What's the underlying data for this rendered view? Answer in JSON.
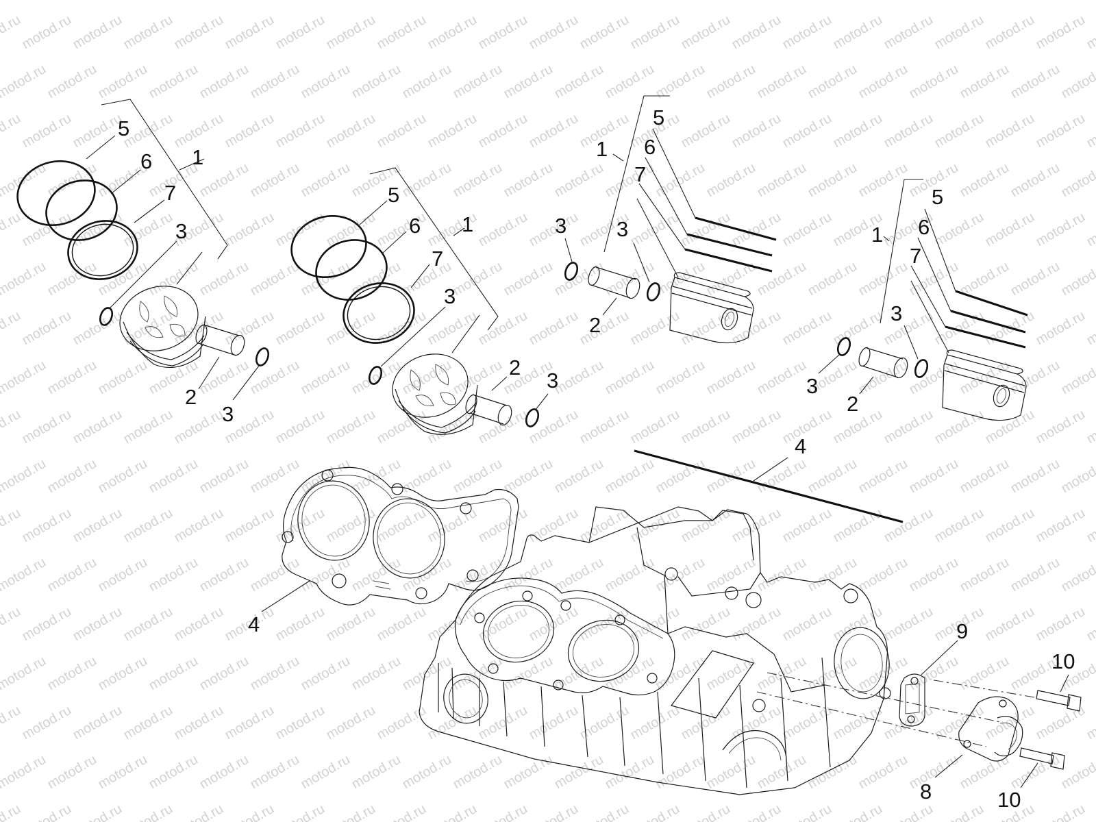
{
  "watermark": {
    "text": "motod.ru",
    "color": "#d2d2d2"
  },
  "callouts": {
    "groupA": {
      "c1": "1",
      "c5": "5",
      "c6": "6",
      "c7": "7",
      "c3a": "3",
      "c2": "2",
      "c3b": "3"
    },
    "groupB": {
      "c1": "1",
      "c5": "5",
      "c6": "6",
      "c7": "7",
      "c3a": "3",
      "c2": "2",
      "c3b": "3"
    },
    "groupC": {
      "c1": "1",
      "c5": "5",
      "c6": "6",
      "c7": "7",
      "c3a": "3",
      "c3b": "3",
      "c2": "2"
    },
    "groupD": {
      "c1": "1",
      "c5": "5",
      "c6": "6",
      "c7": "7",
      "c3a": "3",
      "c3b": "3",
      "c2": "2"
    },
    "gasket": {
      "c4a": "4",
      "c4b": "4"
    },
    "block": {
      "c9": "9",
      "c8": "8",
      "c10a": "10",
      "c10b": "10"
    }
  },
  "colors": {
    "line": "#111111",
    "background": "#ffffff"
  }
}
